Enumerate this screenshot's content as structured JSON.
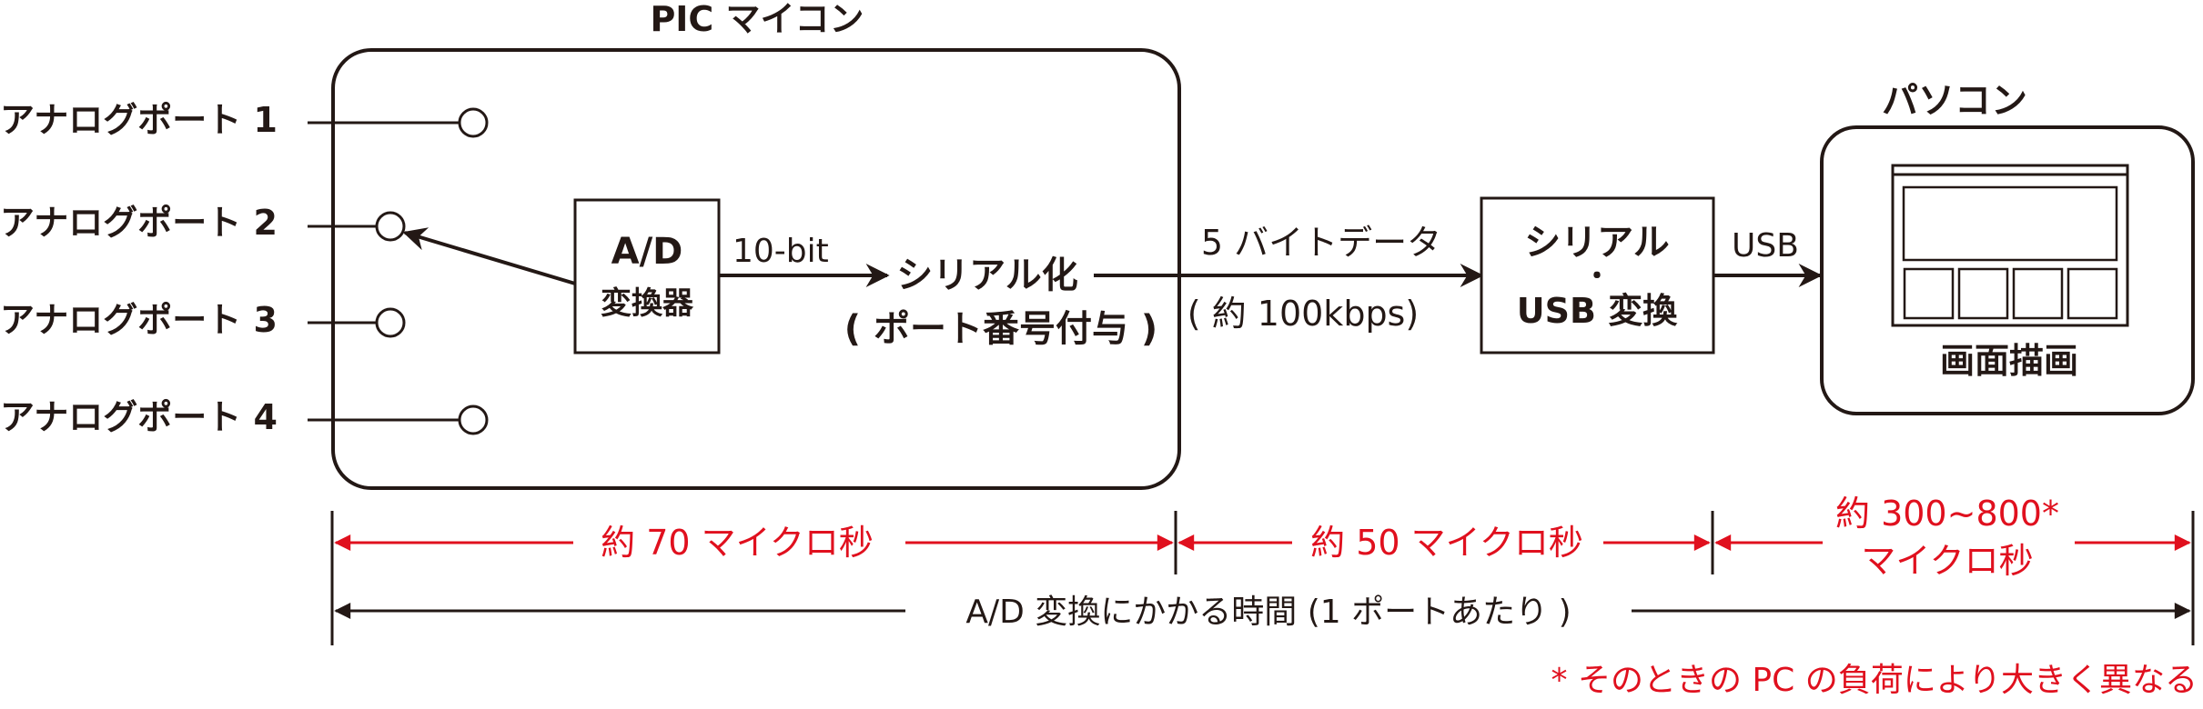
{
  "mcu": {
    "title": "PIC マイコン"
  },
  "ports": [
    {
      "label": "アナログポート 1"
    },
    {
      "label": "アナログポート 2"
    },
    {
      "label": "アナログポート 3"
    },
    {
      "label": "アナログポート 4"
    }
  ],
  "adc": {
    "line1": "A/D",
    "line2": "変換器"
  },
  "bits_label": "10-bit",
  "serializer": {
    "line1": "シリアル化",
    "line2": "( ポート番号付与 )"
  },
  "data_label": {
    "line1": "5 バイトデータ",
    "line2": "( 約 100kbps)"
  },
  "usb_converter": {
    "line1": "シリアル",
    "line2": "・",
    "line3": "USB 変換"
  },
  "usb_label": "USB",
  "pc": {
    "title": "パソコン",
    "caption": "画面描画"
  },
  "timing": {
    "segment1": "約 70 マイクロ秒",
    "segment2": "約 50 マイクロ秒",
    "segment3_line1": "約 300~800*",
    "segment3_line2": "マイクロ秒",
    "total": "A/D 変換にかかる時間 (1 ポートあたり )",
    "footnote": "* そのときの PC の負荷により大きく異なる"
  },
  "colors": {
    "accent_red": "#e0101e",
    "ink": "#231815"
  }
}
